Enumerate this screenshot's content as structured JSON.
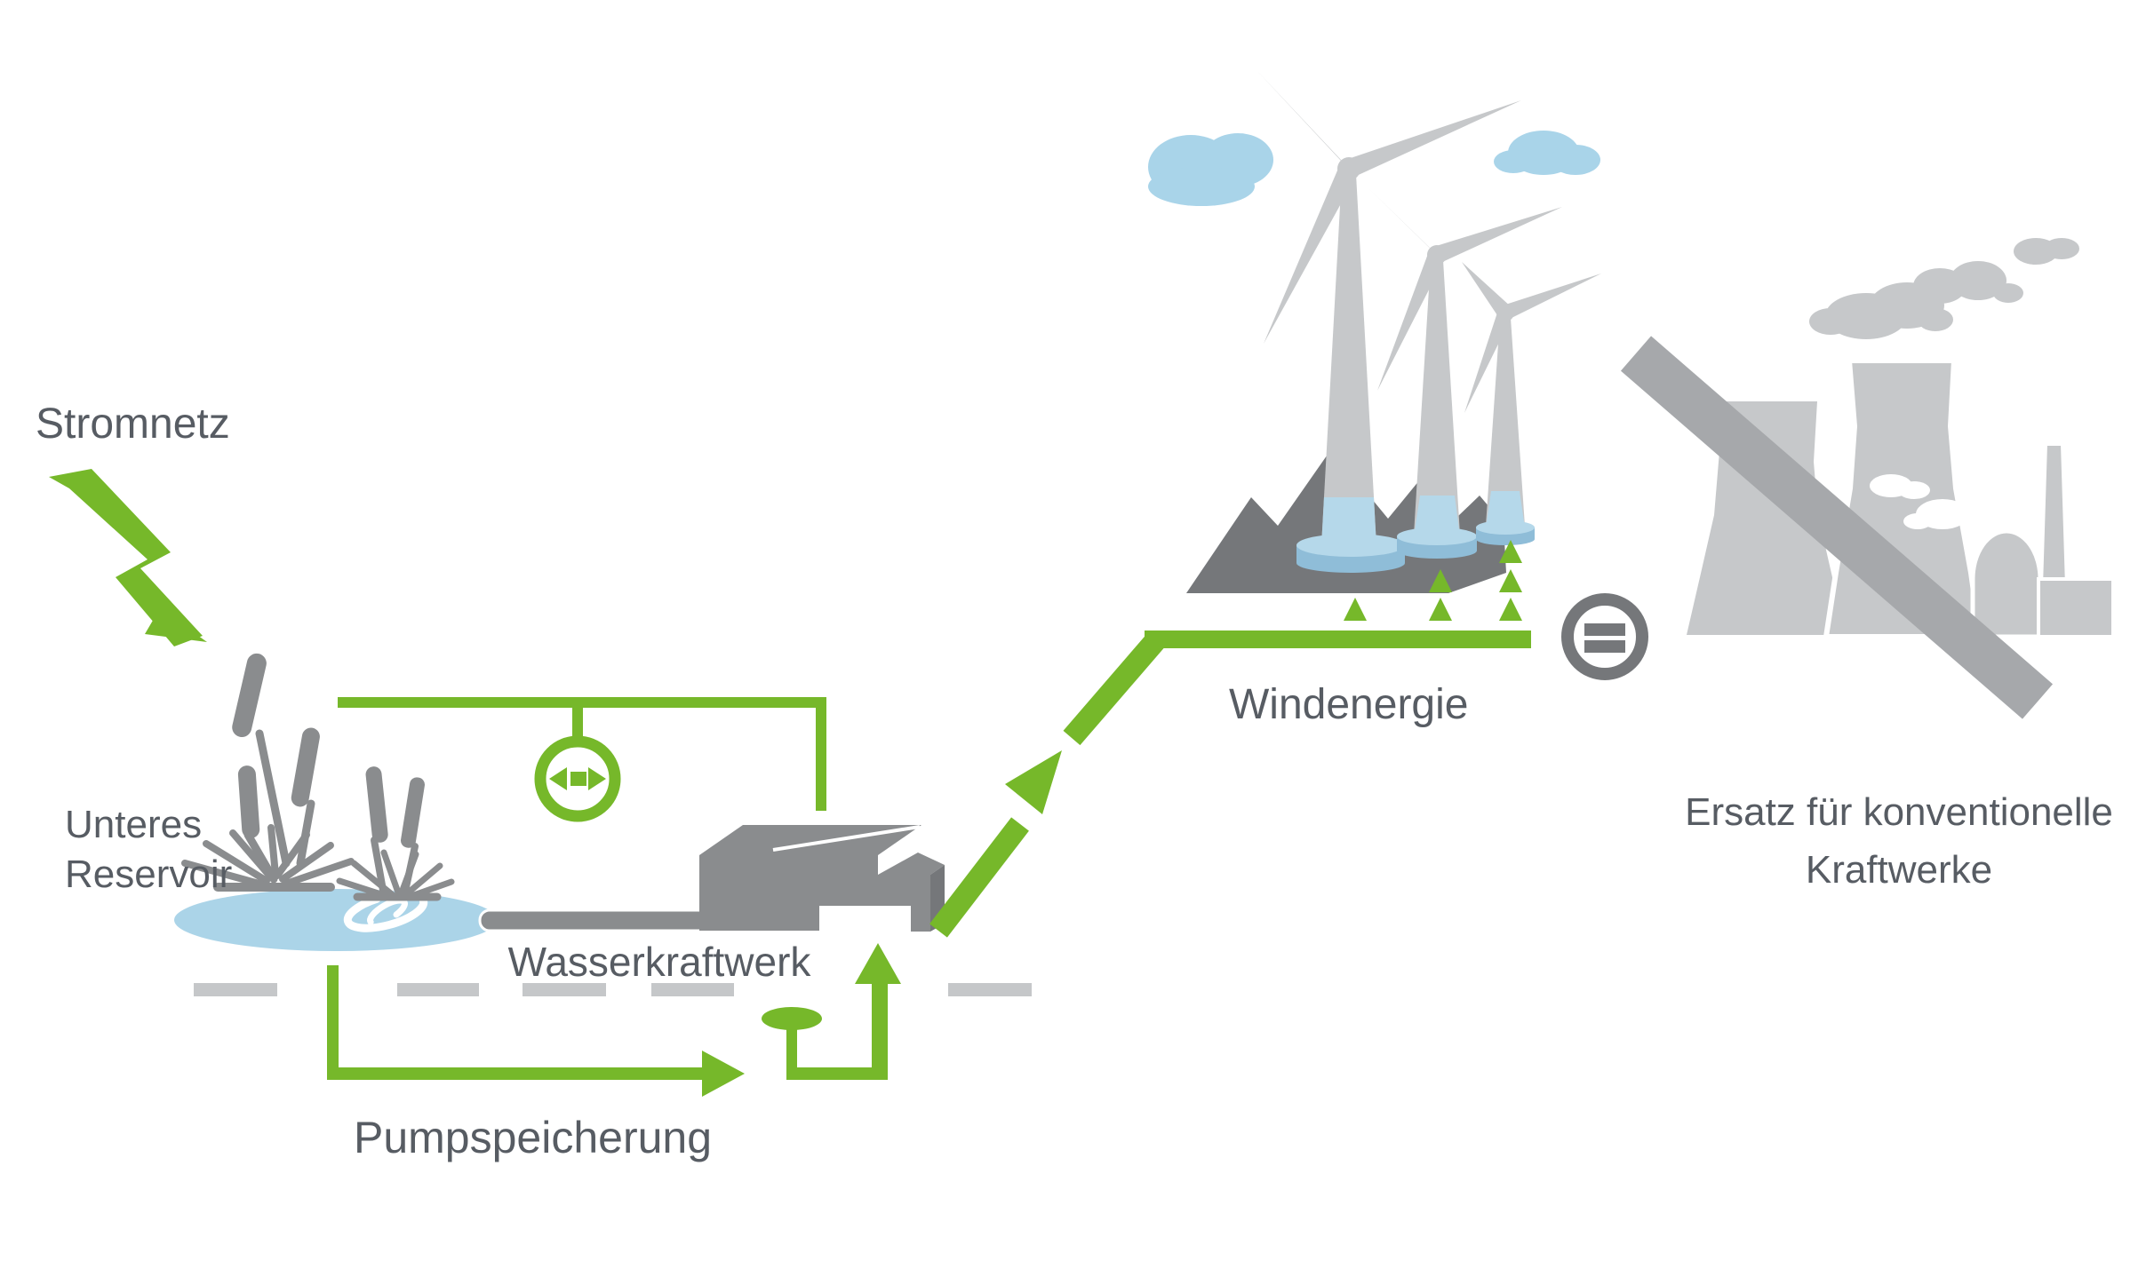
{
  "title": "Pumpspeicherung und Windenergie Diagramm",
  "labels": {
    "stromnetz": "Stromnetz",
    "unteres_reservoir_line1": "Unteres",
    "unteres_reservoir_line2": "Reservoir",
    "wasserkraftwerk": "Wasserkraftwerk",
    "pumpspeicherung": "Pumpspeicherung",
    "windenergie": "Windenergie",
    "ersatz_line1": "Ersatz für konventionelle",
    "ersatz_line2": "Kraftwerke"
  },
  "icons": {
    "lightning": "lightning-bolt-icon (Stromnetz, green)",
    "exchange": "circle-double-arrow-icon (exchange between reservoir and hydro plant)",
    "valve": "valve-oval-icon (pump)",
    "pump_arrows": "right-arrow and up-arrow (pump storage loop)",
    "slope_arrow": "up-slope-arrow (energy flows uphill to wind plateau)",
    "wind_drops": "green-triangle-markers (wind energy yield)",
    "equivalence": "circle-equals-icon (wind energy replaces conventional power)",
    "prohibition": "diagonal-slash-icon (crossed-out power plant)"
  },
  "colors": {
    "green": "#76b82a",
    "sky_blue": "#a9d4e9",
    "water_blue": "#abd4e8",
    "cone_blue": "#b5d8ea",
    "platform_blue": "#8fbdd8",
    "light_gray": "#c6c8ca",
    "mid_gray": "#8a8c8e",
    "dark_gray": "#75777a",
    "slash_gray": "#a6a8ab",
    "dash_gray": "#c5c7c9",
    "text_gray": "#575c63"
  }
}
